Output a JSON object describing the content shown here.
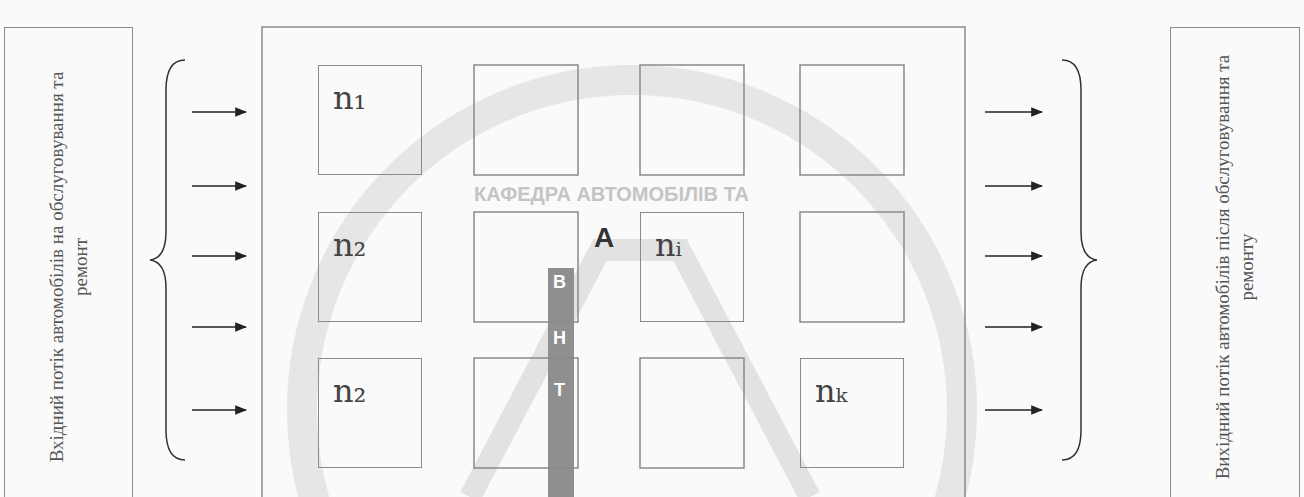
{
  "diagram": {
    "nodes": [
      {
        "text": [
          "Вхідний потік автомобілів на обслуговування та ремонт"
        ]
      },
      {
        "text": [
          "n₁"
        ]
      },
      {
        "text": [
          "n₂"
        ]
      },
      {
        "text": [
          "nᵢ"
        ]
      },
      {
        "text": [
          "n₂"
        ]
      },
      {
        "text": [
          "nₖ"
        ]
      },
      {
        "text": [
          "Вихідний потік автомобілів після обслуговування та ремонту"
        ]
      }
    ],
    "labels": [
      "КАФЕДРА АВТОМОБІЛІВ ТА",
      "А",
      "В",
      "Н",
      "Т"
    ]
  }
}
